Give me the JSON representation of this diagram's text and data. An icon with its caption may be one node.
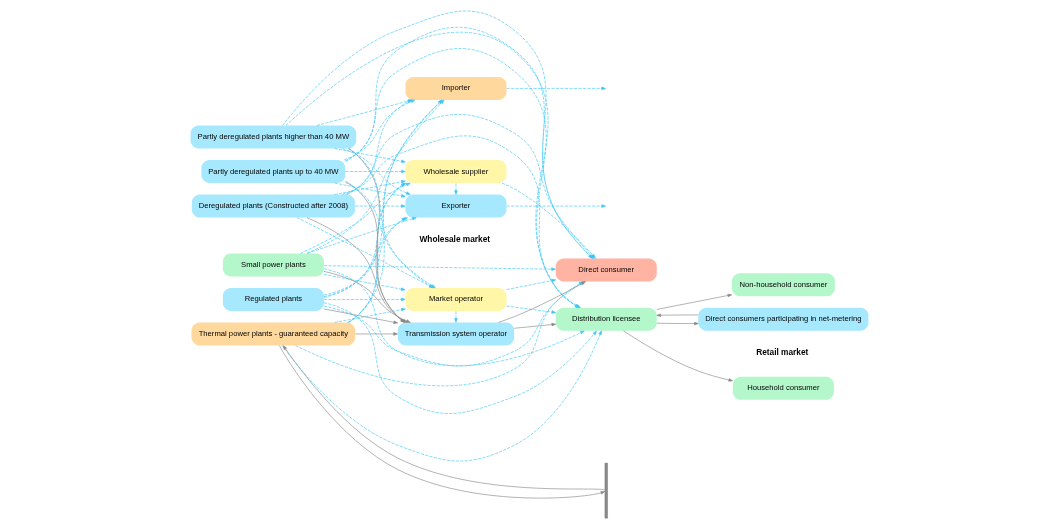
{
  "diagram": {
    "nodes": [
      {
        "text": [
          "Regulated plants"
        ]
      },
      {
        "text": [
          "Partly deregulated plants higher than 40 MW"
        ]
      },
      {
        "text": [
          "Partly deregulated plants up to 40 MW"
        ]
      },
      {
        "text": [
          "Deregulated plants (Constructed after 2008)"
        ]
      },
      {
        "text": [
          "Small power plants"
        ]
      },
      {
        "text": [
          "Thermal power plants - guaranteed capacity"
        ]
      },
      {
        "text": [
          "Market operator"
        ]
      },
      {
        "text": [
          "Direct consumer"
        ]
      },
      {
        "text": [
          "Transmission system operator"
        ]
      },
      {
        "text": [
          "Distribution licensee"
        ]
      },
      {
        "text": [
          "Wholesale supplier"
        ]
      },
      {
        "text": [
          "Exporter"
        ]
      },
      {
        "text": [
          "Importer"
        ]
      },
      {
        "text": [
          "Household consumer"
        ]
      },
      {
        "text": [
          "Non-household consumer"
        ]
      },
      {
        "text": [
          "Direct consumers participating in net-metering"
        ]
      },
      {
        "text": [],
        "shape": "bar"
      }
    ],
    "edges": [
      {
        "from": 0,
        "to": 8,
        "arrow": "to",
        "color": "#888888"
      },
      {
        "from": 1,
        "to": 8,
        "arrow": "to",
        "color": "#888888"
      },
      {
        "from": 2,
        "to": 8,
        "arrow": "to",
        "color": "#888888"
      },
      {
        "from": 3,
        "to": 8,
        "arrow": "to",
        "color": "#888888"
      },
      {
        "from": 4,
        "to": 8,
        "arrow": "to",
        "color": "#888888"
      },
      {
        "from": 5,
        "to": 8,
        "arrow": "to",
        "color": "#888888"
      },
      {
        "from": 5,
        "to": 16,
        "arrow": "to",
        "color": "#888888"
      },
      {
        "from": 16,
        "to": 5,
        "arrow": "to",
        "color": "#888888"
      },
      {
        "from": 8,
        "to": 7,
        "arrow": "to",
        "color": "#888888"
      },
      {
        "from": 8,
        "to": 9,
        "arrow": "to",
        "color": "#888888"
      },
      {
        "from": 9,
        "to": 13,
        "arrow": "to",
        "color": "#888888"
      },
      {
        "from": 9,
        "to": 14,
        "arrow": "to",
        "color": "#888888"
      },
      {
        "from": 9,
        "to": 15,
        "arrow": "to",
        "color": "#888888"
      },
      {
        "from": 15,
        "to": 9,
        "arrow": "to",
        "color": "#888888"
      },
      {
        "from": 6,
        "to": 7,
        "arrow": "to",
        "style": "dashed"
      },
      {
        "from": 6,
        "to": 8,
        "arrow": "to",
        "style": "dashed"
      },
      {
        "from": 6,
        "to": 9,
        "arrow": "to",
        "style": "dashed"
      },
      {
        "from": 10,
        "to": 7,
        "arrow": "to",
        "style": "dashed"
      },
      {
        "from": 10,
        "to": 11,
        "arrow": "to",
        "style": "dashed"
      },
      {
        "from": 11,
        "to": null,
        "arrow": "to",
        "style": "dashed"
      },
      {
        "from": 12,
        "to": null,
        "arrow": "to",
        "style": "dashed"
      },
      {
        "from": 0,
        "to": 6,
        "arrow": "to",
        "style": "dashed"
      },
      {
        "from": 0,
        "to": 7,
        "arrow": "to",
        "style": "dashed"
      },
      {
        "from": 0,
        "to": 9,
        "arrow": "to",
        "style": "dashed"
      },
      {
        "from": 0,
        "to": 10,
        "arrow": "to",
        "style": "dashed"
      },
      {
        "from": 0,
        "to": 11,
        "arrow": "to",
        "style": "dashed"
      },
      {
        "from": 0,
        "to": 12,
        "arrow": "to",
        "style": "dashed"
      },
      {
        "from": 1,
        "to": 6,
        "arrow": "to",
        "style": "dashed"
      },
      {
        "from": 1,
        "to": 7,
        "arrow": "to",
        "style": "dashed"
      },
      {
        "from": 1,
        "to": 9,
        "arrow": "to",
        "style": "dashed"
      },
      {
        "from": 1,
        "to": 10,
        "arrow": "to",
        "style": "dashed"
      },
      {
        "from": 1,
        "to": 11,
        "arrow": "to",
        "style": "dashed"
      },
      {
        "from": 1,
        "to": 12,
        "arrow": "to",
        "style": "dashed"
      },
      {
        "from": 2,
        "to": 6,
        "arrow": "to",
        "style": "dashed"
      },
      {
        "from": 2,
        "to": 7,
        "arrow": "to",
        "style": "dashed"
      },
      {
        "from": 2,
        "to": 9,
        "arrow": "to",
        "style": "dashed"
      },
      {
        "from": 2,
        "to": 10,
        "arrow": "to",
        "style": "dashed"
      },
      {
        "from": 2,
        "to": 11,
        "arrow": "to",
        "style": "dashed"
      },
      {
        "from": 2,
        "to": 12,
        "arrow": "to",
        "style": "dashed"
      },
      {
        "from": 3,
        "to": 6,
        "arrow": "to",
        "style": "dashed"
      },
      {
        "from": 3,
        "to": 7,
        "arrow": "to",
        "style": "dashed"
      },
      {
        "from": 3,
        "to": 9,
        "arrow": "to",
        "style": "dashed"
      },
      {
        "from": 3,
        "to": 10,
        "arrow": "to",
        "style": "dashed"
      },
      {
        "from": 3,
        "to": 11,
        "arrow": "to",
        "style": "dashed"
      },
      {
        "from": 3,
        "to": 12,
        "arrow": "to",
        "style": "dashed"
      },
      {
        "from": 4,
        "to": 6,
        "arrow": "to",
        "style": "dashed"
      },
      {
        "from": 4,
        "to": 7,
        "arrow": "to",
        "style": "dashed"
      },
      {
        "from": 4,
        "to": 9,
        "arrow": "to",
        "style": "dashed"
      },
      {
        "from": 4,
        "to": 10,
        "arrow": "to",
        "style": "dashed"
      },
      {
        "from": 4,
        "to": 11,
        "arrow": "to",
        "style": "dashed"
      },
      {
        "from": 4,
        "to": 12,
        "arrow": "to",
        "style": "dashed"
      },
      {
        "from": 5,
        "to": 6,
        "arrow": "to",
        "style": "dashed"
      },
      {
        "from": 5,
        "to": 7,
        "arrow": "to",
        "style": "dashed"
      },
      {
        "from": 5,
        "to": 9,
        "arrow": "to",
        "style": "dashed"
      },
      {
        "from": 5,
        "to": 10,
        "arrow": "to",
        "style": "dashed"
      },
      {
        "from": 5,
        "to": 11,
        "arrow": "to",
        "style": "dashed"
      },
      {
        "from": 5,
        "to": 12,
        "arrow": "to",
        "style": "dashed"
      }
    ],
    "labels": [
      "Wholesale market",
      "Retail market"
    ]
  }
}
